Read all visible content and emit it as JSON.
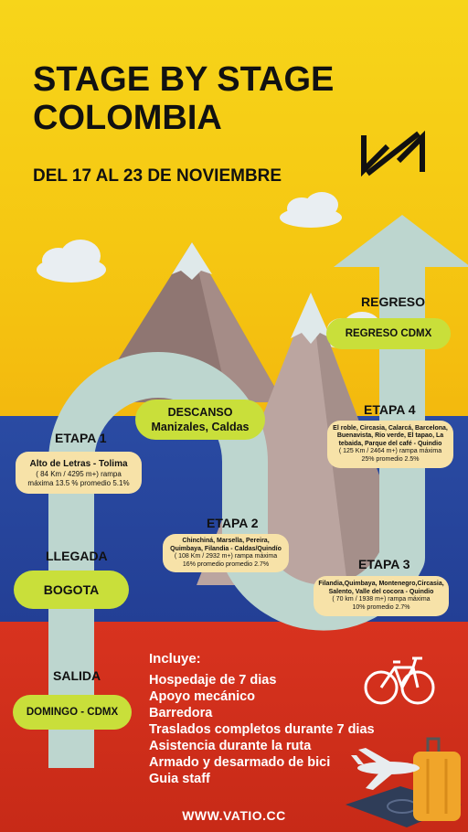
{
  "title_line1": "STAGE BY STAGE",
  "title_line2": "COLOMBIA",
  "subtitle": "DEL 17 AL 23 DE NOVIEMBRE",
  "logo_icon": "vatio-logo-icon",
  "colors": {
    "yellow": "#f5c712",
    "blue": "#233f95",
    "red": "#c72a17",
    "pill": "#c9df3a",
    "card": "#f7e2a8",
    "path": "#bdd6cf"
  },
  "regreso": {
    "label": "REGRESO",
    "value": "REGRESO CDMX"
  },
  "descanso": {
    "line1": "DESCANSO",
    "line2": "Manizales, Caldas"
  },
  "etapa1": {
    "label": "ETAPA 1",
    "title": "Alto de Letras - Tolima",
    "detail1": "( 84 Km / 4295 m+) rampa",
    "detail2": "máxima 13.5 % promedio 5.1%"
  },
  "etapa2": {
    "label": "ETAPA 2",
    "line1": "Chinchiná, Marsella, Pereira,",
    "line2": "Quimbaya, Filandia - Caldas/Quindío",
    "detail1": "( 108 Km / 2932 m+) rampa máxima",
    "detail2": "16% promedio promedio 2.7%"
  },
  "etapa3": {
    "label": "ETAPA 3",
    "line1": "Filandia,Quimbaya, Montenegro,Circasia,",
    "line2": "Salento, Valle del cocora - Quindio",
    "detail1": "( 70 km / 1938 m+) rampa máxima",
    "detail2": "10% promedio 2.7%"
  },
  "etapa4": {
    "label": "ETAPA 4",
    "line1": "El roble, Circasia, Calarcá, Barcelona,",
    "line2": "Buenavista, Rio verde, El tapao, La",
    "line3": "tebaida, Parque del café - Quindio",
    "detail1": "( 125 Km / 2464 m+) rampa máxima",
    "detail2": "25% promedio 2.5%"
  },
  "llegada": {
    "label": "LLEGADA",
    "value": "BOGOTA"
  },
  "salida": {
    "label": "SALIDA",
    "value": "DOMINGO - CDMX"
  },
  "includes": {
    "heading": "Incluye:",
    "items": [
      "Hospedaje de 7 dias",
      "Apoyo mecánico",
      "Barredora",
      "Traslados completos durante 7 dias",
      "Asistencia durante la ruta",
      "Armado y desarmado de bici",
      "Guia staff"
    ]
  },
  "footer": "WWW.VATIO.CC"
}
